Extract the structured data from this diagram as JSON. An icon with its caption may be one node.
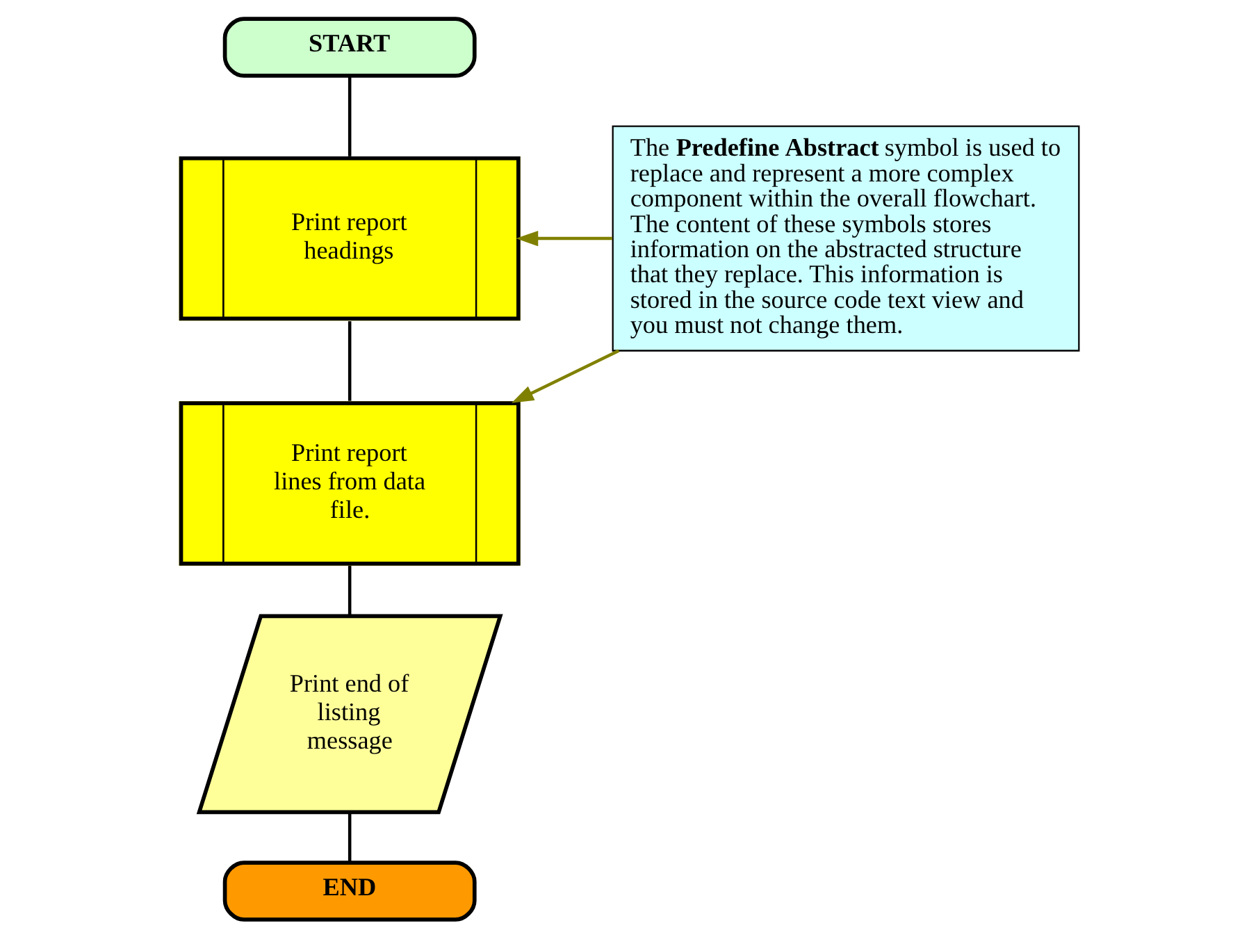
{
  "diagram": {
    "nodes": [
      {
        "text": [
          "START"
        ]
      },
      {
        "text": [
          "Print report headings"
        ]
      },
      {
        "text": [
          "Print report lines from data file."
        ]
      },
      {
        "text": [
          "Print end of listing message"
        ]
      },
      {
        "text": [
          "END"
        ]
      },
      {
        "text": [
          "The **Predefine Abstract** symbol is used to replace and represent a more complex component within the overall flowchart. The content of these symbols stores information on the abstracted structure that they replace. This information is stored in the source code text view and you must not change them."
        ]
      }
    ],
    "edges": [
      {
        "from": 0,
        "to": 1,
        "arrow": "none"
      },
      {
        "from": 1,
        "to": 2,
        "arrow": "none"
      },
      {
        "from": 2,
        "to": 3,
        "arrow": "none"
      },
      {
        "from": 3,
        "to": 4,
        "arrow": "none"
      },
      {
        "from": 5,
        "to": 1,
        "arrow": "to",
        "color": "#808000"
      },
      {
        "from": 5,
        "to": 2,
        "arrow": "to",
        "color": "#808000"
      }
    ]
  }
}
